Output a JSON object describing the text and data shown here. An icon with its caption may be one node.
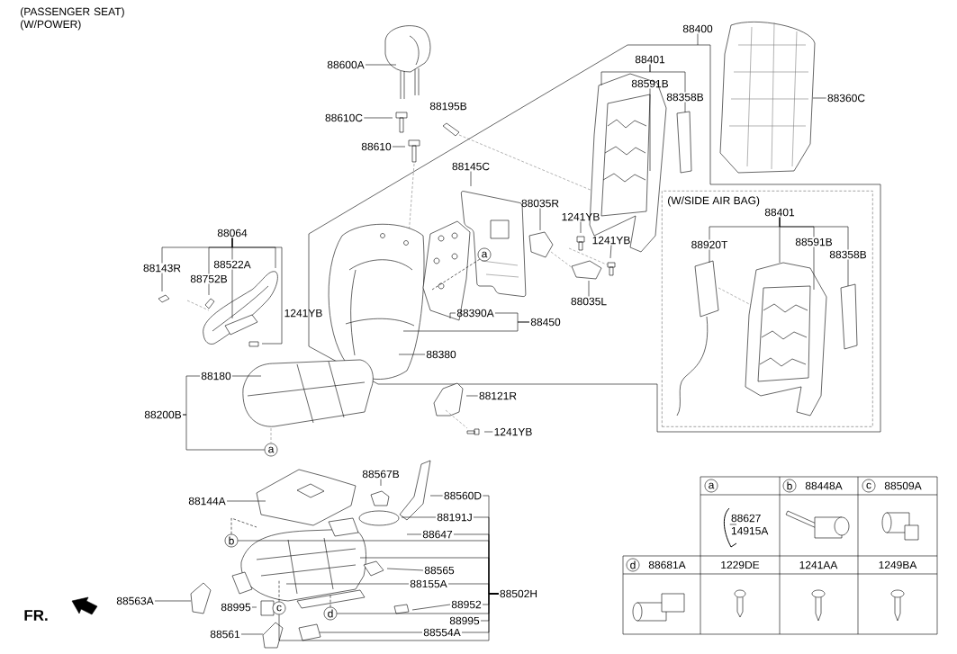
{
  "diagram": {
    "title": "(PASSENGER SEAT) (W/POWER)",
    "nodes": [
      {
        "text": [
          "88600A"
        ]
      },
      {
        "text": [
          "88610C"
        ]
      },
      {
        "text": [
          "88610"
        ]
      },
      {
        "text": [
          "88195B"
        ]
      },
      {
        "text": [
          "88145C"
        ]
      },
      {
        "text": [
          "88035R"
        ]
      },
      {
        "text": [
          "1241YB"
        ]
      },
      {
        "text": [
          "1241YB"
        ]
      },
      {
        "text": [
          "88035L"
        ]
      },
      {
        "text": [
          "88390A"
        ]
      },
      {
        "text": [
          "88450"
        ]
      },
      {
        "text": [
          "88380"
        ]
      },
      {
        "text": [
          "88121R"
        ]
      },
      {
        "text": [
          "1241YB"
        ]
      },
      {
        "text": [
          "88400"
        ]
      },
      {
        "text": [
          "88401"
        ]
      },
      {
        "text": [
          "88591B"
        ]
      },
      {
        "text": [
          "88358B"
        ]
      },
      {
        "text": [
          "88360C"
        ]
      },
      {
        "text": [
          "(W/SIDE AIR BAG)"
        ]
      },
      {
        "text": [
          "88401"
        ],
        "in": 19
      },
      {
        "text": [
          "88920T"
        ],
        "in": 19
      },
      {
        "text": [
          "88591B"
        ],
        "in": 19
      },
      {
        "text": [
          "88358B"
        ],
        "in": 19
      },
      {
        "text": [
          "88064"
        ]
      },
      {
        "text": [
          "88143R"
        ]
      },
      {
        "text": [
          "88752B"
        ]
      },
      {
        "text": [
          "88522A"
        ]
      },
      {
        "text": [
          "1241YB"
        ]
      },
      {
        "text": [
          "88180"
        ]
      },
      {
        "text": [
          "88200B"
        ]
      },
      {
        "text": [
          "a"
        ]
      },
      {
        "text": [
          "a"
        ]
      },
      {
        "text": [
          "88144A"
        ]
      },
      {
        "text": [
          "88567B"
        ]
      },
      {
        "text": [
          "88560D"
        ]
      },
      {
        "text": [
          "88191J"
        ]
      },
      {
        "text": [
          "88647"
        ]
      },
      {
        "text": [
          "b"
        ]
      },
      {
        "text": [
          "88565"
        ]
      },
      {
        "text": [
          "88155A"
        ]
      },
      {
        "text": [
          "88952"
        ]
      },
      {
        "text": [
          "d"
        ]
      },
      {
        "text": [
          "88995"
        ]
      },
      {
        "text": [
          "88554A"
        ]
      },
      {
        "text": [
          "c"
        ]
      },
      {
        "text": [
          "88563A"
        ]
      },
      {
        "text": [
          "88995"
        ]
      },
      {
        "text": [
          "88561"
        ]
      },
      {
        "text": [
          "88502H"
        ]
      },
      {
        "text": [
          "88627 14915A"
        ]
      }
    ],
    "edges": [
      {
        "from": 0,
        "to": null,
        "arrow": "none"
      },
      {
        "from": 1,
        "to": null,
        "arrow": "none"
      },
      {
        "from": 2,
        "to": null,
        "arrow": "none"
      },
      {
        "from": 4,
        "to": null,
        "arrow": "none"
      },
      {
        "from": 5,
        "to": null,
        "arrow": "none"
      },
      {
        "from": 6,
        "to": null,
        "arrow": "none"
      },
      {
        "from": 7,
        "to": null,
        "arrow": "none"
      },
      {
        "from": 8,
        "to": null,
        "arrow": "none"
      },
      {
        "from": 9,
        "to": null,
        "arrow": "none"
      },
      {
        "from": 10,
        "to": 9,
        "arrow": "none"
      },
      {
        "from": 10,
        "to": null,
        "arrow": "none"
      },
      {
        "from": 11,
        "to": null,
        "arrow": "none"
      },
      {
        "from": 12,
        "to": null,
        "arrow": "none"
      },
      {
        "from": 13,
        "to": null,
        "arrow": "none"
      },
      {
        "from": 14,
        "to": null,
        "arrow": "none"
      },
      {
        "from": 15,
        "to": null,
        "arrow": "none"
      },
      {
        "from": 15,
        "to": 17,
        "arrow": "none"
      },
      {
        "from": 16,
        "to": null,
        "arrow": "none"
      },
      {
        "from": 17,
        "to": null,
        "arrow": "none"
      },
      {
        "from": 18,
        "to": null,
        "arrow": "none"
      },
      {
        "from": 20,
        "to": 21,
        "arrow": "none"
      },
      {
        "from": 20,
        "to": null,
        "arrow": "none"
      },
      {
        "from": 20,
        "to": 22,
        "arrow": "none"
      },
      {
        "from": 20,
        "to": 23,
        "arrow": "none"
      },
      {
        "from": 21,
        "to": null,
        "arrow": "none"
      },
      {
        "from": 22,
        "to": null,
        "arrow": "none"
      },
      {
        "from": 23,
        "to": null,
        "arrow": "none"
      },
      {
        "from": 24,
        "to": 25,
        "arrow": "none"
      },
      {
        "from": 24,
        "to": 26,
        "arrow": "none"
      },
      {
        "from": 24,
        "to": 27,
        "arrow": "none"
      },
      {
        "from": 24,
        "to": null,
        "arrow": "none"
      },
      {
        "from": 24,
        "to": null,
        "arrow": "none"
      },
      {
        "from": 25,
        "to": null,
        "arrow": "none"
      },
      {
        "from": 26,
        "to": null,
        "arrow": "none"
      },
      {
        "from": 27,
        "to": null,
        "arrow": "none"
      },
      {
        "from": 29,
        "to": null,
        "arrow": "none"
      },
      {
        "from": 30,
        "to": 29,
        "arrow": "none"
      },
      {
        "from": 30,
        "to": 31,
        "arrow": "none"
      },
      {
        "from": 32,
        "to": null,
        "arrow": "none",
        "style": "dashed"
      },
      {
        "from": 33,
        "to": null,
        "arrow": "none"
      },
      {
        "from": 34,
        "to": null,
        "arrow": "none"
      },
      {
        "from": 35,
        "to": null,
        "arrow": "none"
      },
      {
        "from": 36,
        "to": null,
        "arrow": "none"
      },
      {
        "from": 37,
        "to": null,
        "arrow": "none"
      },
      {
        "from": 39,
        "to": null,
        "arrow": "none"
      },
      {
        "from": 40,
        "to": null,
        "arrow": "none"
      },
      {
        "from": 41,
        "to": null,
        "arrow": "none"
      },
      {
        "from": 44,
        "to": null,
        "arrow": "none"
      },
      {
        "from": 46,
        "to": null,
        "arrow": "none"
      },
      {
        "from": 47,
        "to": null,
        "arrow": "none"
      },
      {
        "from": 48,
        "to": null,
        "arrow": "none"
      },
      {
        "from": 42,
        "to": null,
        "arrow": "none",
        "style": "dashed"
      },
      {
        "from": 45,
        "to": null,
        "arrow": "none",
        "style": "dashed"
      },
      {
        "from": 38,
        "to": null,
        "arrow": "none",
        "style": "dashed"
      },
      {
        "from": 50,
        "to": null,
        "arrow": "none"
      },
      {
        "from": 49,
        "to": 35,
        "arrow": "none"
      },
      {
        "from": 49,
        "to": 36,
        "arrow": "none"
      },
      {
        "from": 49,
        "to": 37,
        "arrow": "none"
      },
      {
        "from": 49,
        "to": 38,
        "arrow": "none"
      },
      {
        "from": 49,
        "to": null,
        "arrow": "none"
      },
      {
        "from": 49,
        "to": 40,
        "arrow": "none"
      },
      {
        "from": 49,
        "to": 41,
        "arrow": "none"
      },
      {
        "from": 49,
        "to": 42,
        "arrow": "none"
      },
      {
        "from": 49,
        "to": 43,
        "arrow": "none"
      },
      {
        "from": 49,
        "to": 44,
        "arrow": "none"
      },
      {
        "from": 49,
        "to": 45,
        "arrow": "none"
      }
    ],
    "labels": [
      "a",
      "b",
      "88448A",
      "c",
      "88509A",
      "d",
      "88681A",
      "1229DE",
      "1241AA",
      "1249BA",
      "FR."
    ]
  }
}
